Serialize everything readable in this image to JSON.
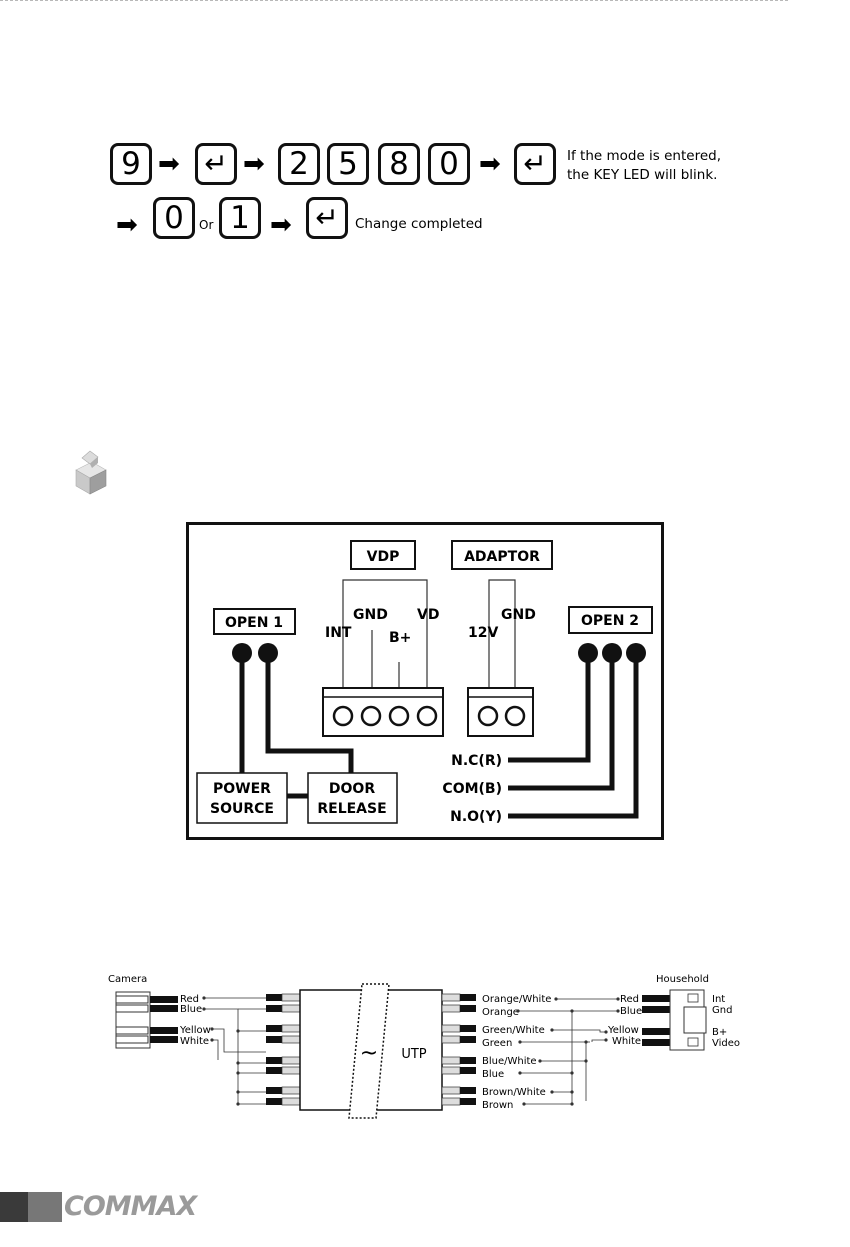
{
  "sequence": {
    "row1_keys": [
      "9",
      "↵",
      "2",
      "5",
      "8",
      "0",
      "↵"
    ],
    "row2_keys": [
      "0",
      "1",
      "↵"
    ],
    "or_text": "Or",
    "mode_note_line1": "If the mode is entered,",
    "mode_note_line2": "the KEY LED will blink.",
    "completed_text": "Change completed",
    "arrow_glyph": "➡"
  },
  "wiring": {
    "labels": {
      "vdp": "VDP",
      "adaptor": "ADAPTOR",
      "open1": "OPEN 1",
      "open2": "OPEN 2",
      "int": "INT",
      "gnd": "GND",
      "bplus": "B+",
      "vd": "VD",
      "v12": "12V",
      "gnd2": "GND",
      "power_source_1": "POWER",
      "power_source_2": "SOURCE",
      "door_release_1": "DOOR",
      "door_release_2": "RELEASE",
      "nc": "N.C(R)",
      "com": "COM(B)",
      "no": "N.O(Y)"
    }
  },
  "utp": {
    "camera": "Camera",
    "household": "Household",
    "cam_wires": [
      "Red",
      "Blue",
      "Yellow",
      "White"
    ],
    "utp_pairs": [
      "Orange/White",
      "Orange",
      "Green/White",
      "Green",
      "Blue/White",
      "Blue",
      "Brown/White",
      "Brown"
    ],
    "house_wires": [
      "Red",
      "Blue",
      "Yellow",
      "White"
    ],
    "house_terms": [
      "Int",
      "Gnd",
      "B+",
      "Video"
    ],
    "utp_label": "UTP",
    "tilde": "~"
  },
  "footer": {
    "brand": "COMMAX"
  }
}
